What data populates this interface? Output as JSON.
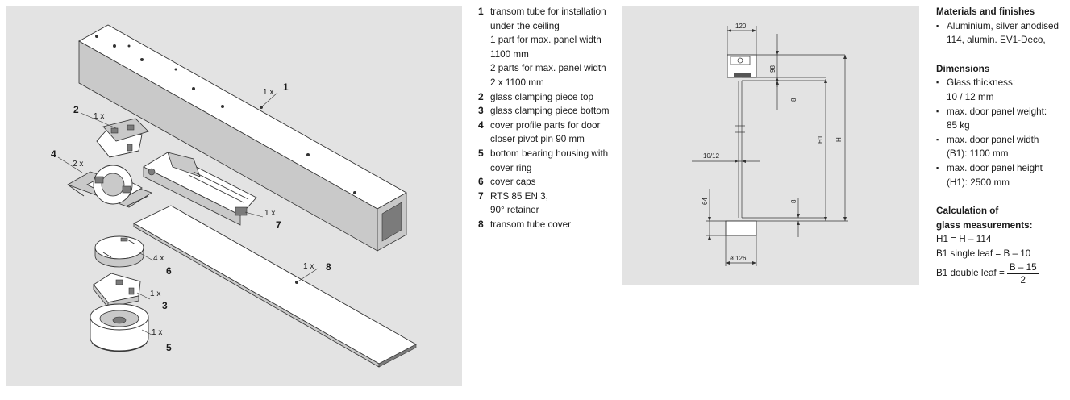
{
  "exploded_view": {
    "labels": {
      "p1": {
        "num": "1",
        "qty": "1 x"
      },
      "p2": {
        "num": "2",
        "qty": "1 x"
      },
      "p3": {
        "num": "3",
        "qty": "1 x"
      },
      "p4": {
        "num": "4",
        "qty": "2 x"
      },
      "p5": {
        "num": "5",
        "qty": "1 x"
      },
      "p6": {
        "num": "6",
        "qty": "4 x"
      },
      "p7": {
        "num": "7",
        "qty": "1 x"
      },
      "p8": {
        "num": "8",
        "qty": "1 x"
      }
    }
  },
  "parts": [
    {
      "num": "1",
      "text": "transom tube for installation\nunder the ceiling\n1 part for max. panel width\n1100 mm\n2 parts for max. panel width\n2 x 1100 mm"
    },
    {
      "num": "2",
      "text": "glass clamping piece top"
    },
    {
      "num": "3",
      "text": "glass clamping piece bottom"
    },
    {
      "num": "4",
      "text": "cover profile parts for door\ncloser pivot pin 90 mm"
    },
    {
      "num": "5",
      "text": "bottom bearing housing with\ncover ring"
    },
    {
      "num": "6",
      "text": "cover caps"
    },
    {
      "num": "7",
      "text": "RTS 85 EN 3,\n90° retainer"
    },
    {
      "num": "8",
      "text": "transom tube cover"
    }
  ],
  "section": {
    "dim_120": "120",
    "dim_98": "98",
    "dim_8_top": "8",
    "dim_h1": "H1",
    "dim_h": "H",
    "dim_glass": "10/12",
    "dim_64": "64",
    "dim_8_bottom": "8",
    "dim_126": "ø 126"
  },
  "materials": {
    "title": "Materials and finishes",
    "items": [
      "Aluminium, silver anodised\n114, alumin. EV1-Deco,"
    ]
  },
  "dimensions": {
    "title": "Dimensions",
    "items": [
      "Glass thickness:\n10 / 12 mm",
      "max. door panel weight:\n85 kg",
      "max. door panel width\n(B1):    1100 mm",
      "max. door panel height\n(H1):    2500 mm"
    ]
  },
  "calculation": {
    "title_line1": "Calculation of",
    "title_line2": "glass measurements:",
    "h1_formula": "H1 = H – 114",
    "single_label": "B1 single leaf  =  B – 10",
    "double_label": "B1 double leaf =",
    "double_numerator": "B – 15",
    "double_denominator": "2"
  }
}
